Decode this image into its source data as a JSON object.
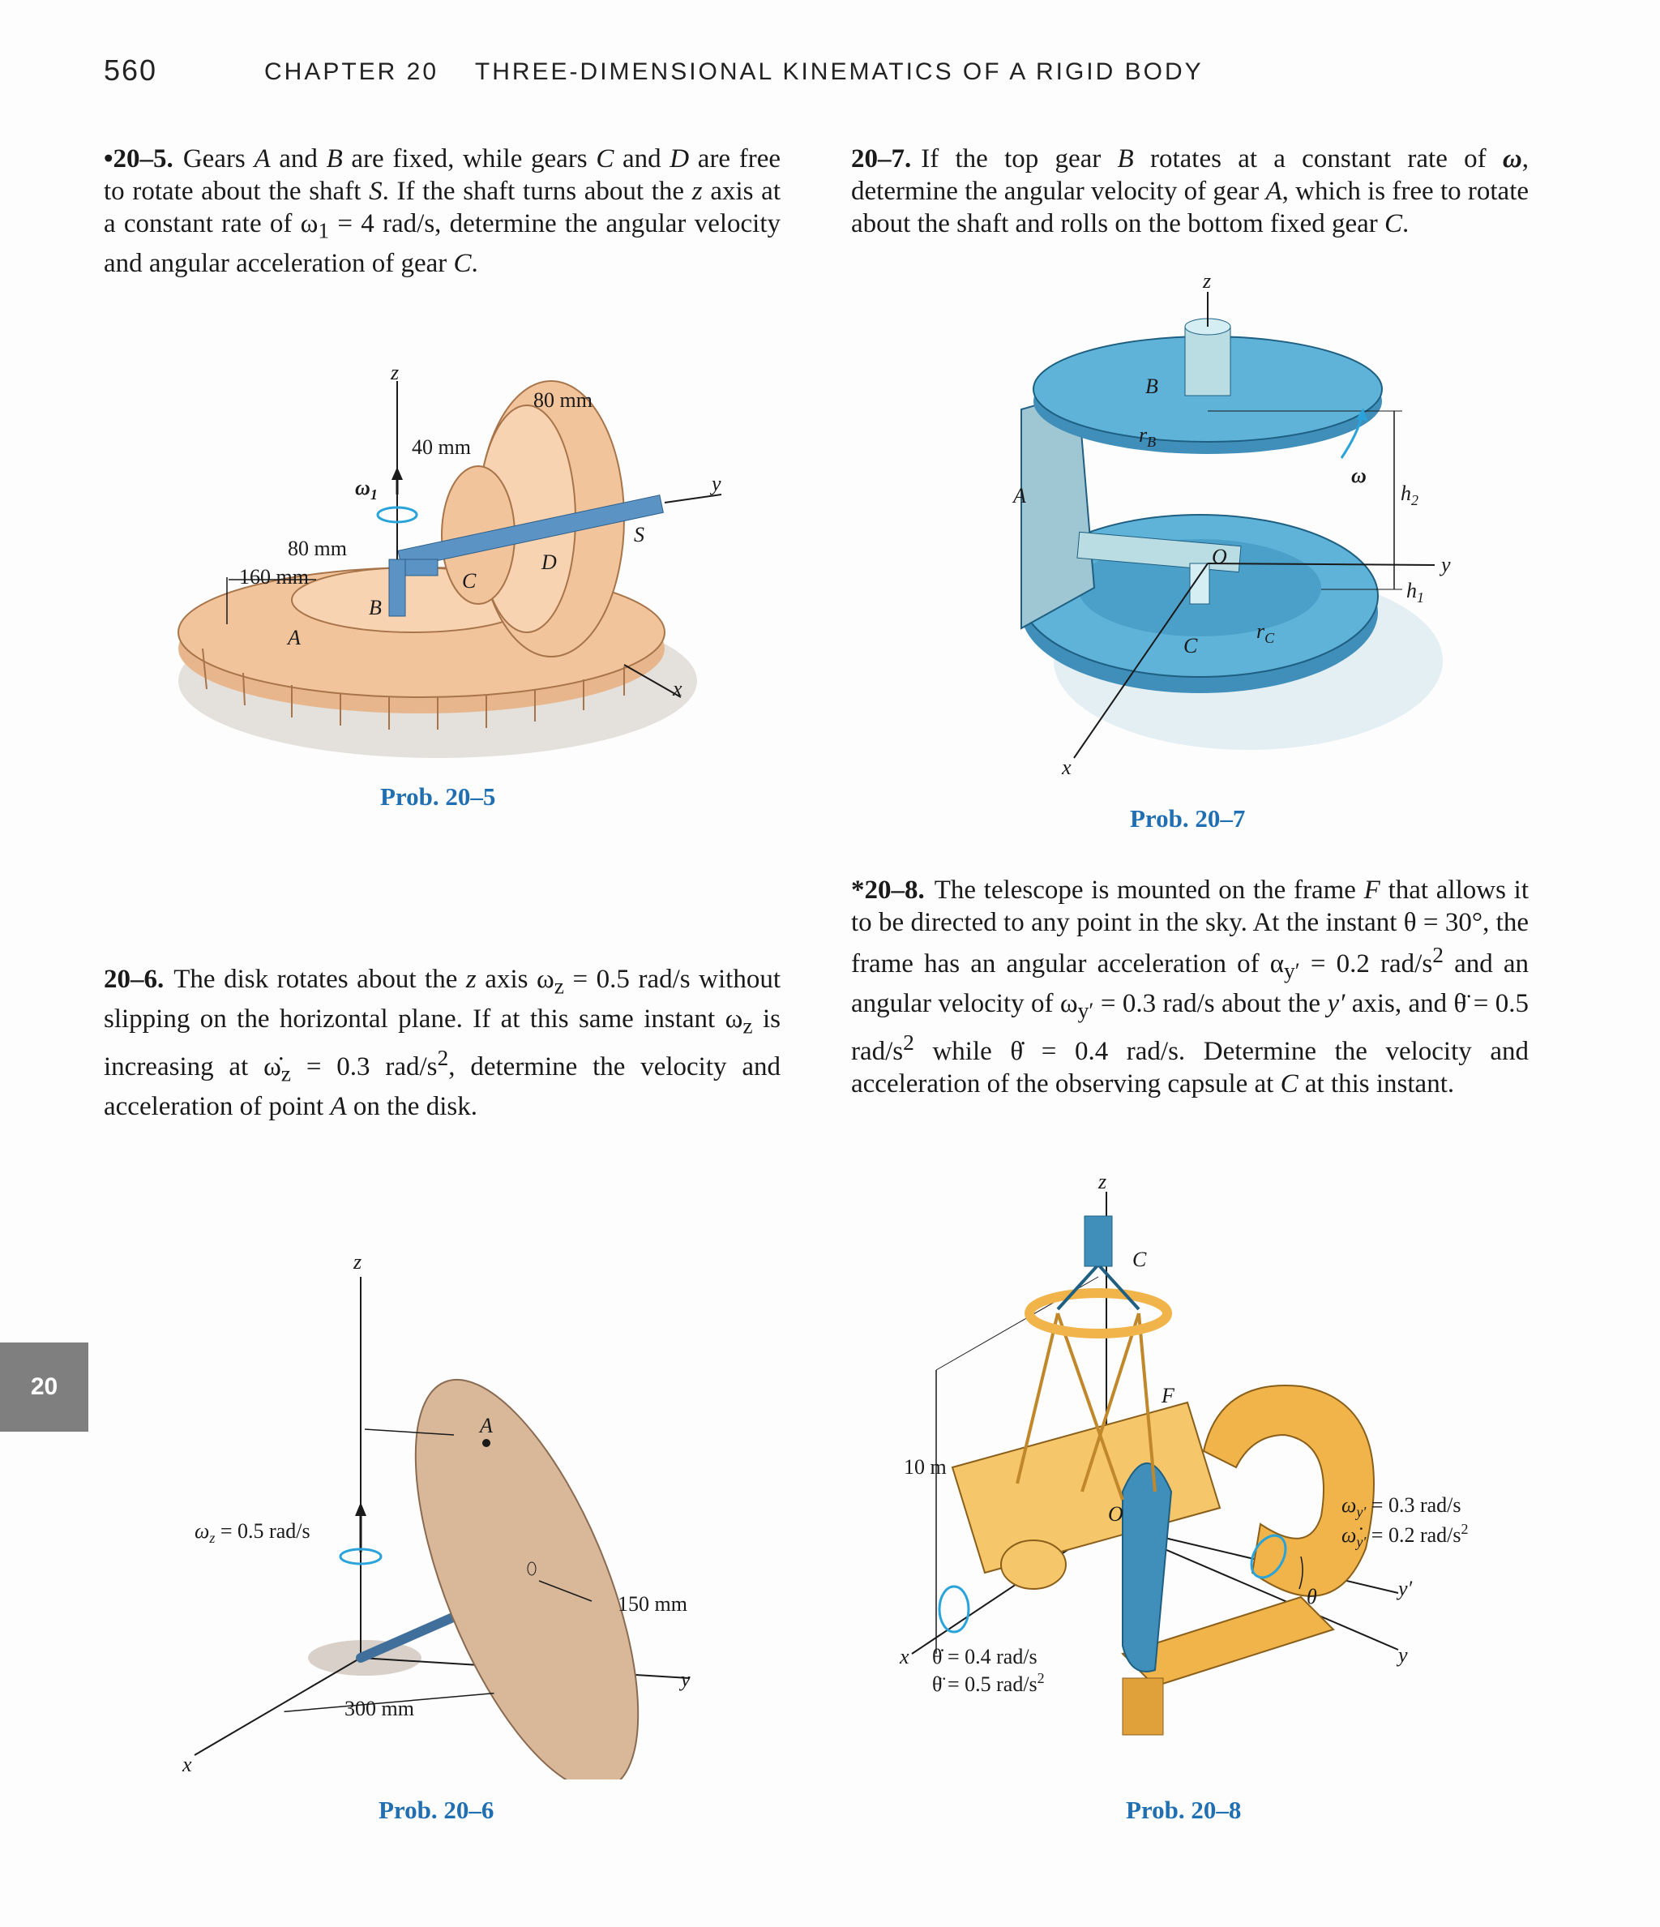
{
  "header": {
    "page_number": "560",
    "chapter_label": "Chapter 20",
    "chapter_title": "Three-Dimensional Kinematics of a Rigid Body"
  },
  "chapter_tab": "20",
  "problems": {
    "p20_5": {
      "number": "•20–5.",
      "text_1": "Gears ",
      "A": "A",
      "text_2": " and ",
      "B": "B",
      "text_3": " are fixed, while gears ",
      "C": "C",
      "text_4": " and ",
      "D": "D",
      "text_5": " are free to rotate about the shaft ",
      "S": "S",
      "text_6": ". If the shaft turns about the ",
      "z": "z",
      "text_7": " axis at a constant rate of ω",
      "sub1": "1",
      "text_8": " = 4 rad/s, determine the angular velocity and angular acceleration of gear ",
      "C_end": "C",
      "text_9": ".",
      "caption": "Prob. 20–5",
      "figure_labels": {
        "z": "z",
        "y": "y",
        "x": "x",
        "S": "S",
        "d80_top": "80 mm",
        "d40": "40 mm",
        "d80_left": "80 mm",
        "d160": "160 mm",
        "omega1": "ω",
        "omega1_sub": "1",
        "A": "A",
        "B": "B",
        "C": "C",
        "D": "D"
      }
    },
    "p20_6": {
      "number": "20–6.",
      "text_1": "The disk rotates about the ",
      "z": "z",
      "text_2": " axis ω",
      "sub_z": "z",
      "text_3": " = 0.5 rad/s without slipping on the horizontal plane. If at this same instant ω",
      "sub_z2": "z",
      "text_4": " is increasing at ω̇",
      "sub_z3": "z",
      "text_5": " = 0.3 rad/s",
      "sup2": "2",
      "text_6": ", determine the velocity and acceleration of point ",
      "A": "A",
      "text_7": " on the disk.",
      "caption": "Prob. 20–6",
      "figure_labels": {
        "z": "z",
        "y": "y",
        "x": "x",
        "A": "A",
        "omega": "ω",
        "omega_sub": "z",
        "omega_val": " = 0.5 rad/s",
        "d150": "150 mm",
        "d300": "300 mm"
      }
    },
    "p20_7": {
      "number": "20–7.",
      "text_1": "If the top gear ",
      "B": "B",
      "text_2": " rotates at a constant rate of ",
      "omega": "ω",
      "text_3": ", determine the angular velocity of gear ",
      "A": "A",
      "text_4": ", which is free to rotate about the shaft and rolls on the bottom fixed gear ",
      "C": "C",
      "text_5": ".",
      "caption": "Prob. 20–7",
      "figure_labels": {
        "z": "z",
        "y": "y",
        "x": "x",
        "A": "A",
        "B": "B",
        "C": "C",
        "O": "O",
        "rB": "r",
        "rB_sub": "B",
        "rC": "r",
        "rC_sub": "C",
        "omega": "ω",
        "h2": "h",
        "h2_sub": "2",
        "h1": "h",
        "h1_sub": "1"
      }
    },
    "p20_8": {
      "number": "*20–8.",
      "text_1": "The telescope is mounted on the frame ",
      "F": "F",
      "text_2": " that allows it to be directed to any point in the sky. At the instant θ = 30°, the frame has an angular acceleration of α",
      "sub_y1": "y′",
      "text_3": " = 0.2 rad/s",
      "sup2a": "2",
      "text_4": " and an angular velocity of ω",
      "sub_y2": "y′",
      "text_5": " = 0.3 rad/s about the ",
      "yprime": "y′",
      "text_6": " axis, and θ̈ = 0.5 rad/s",
      "sup2b": "2",
      "text_7": " while θ̇ = 0.4 rad/s. Determine the velocity and acceleration of the observing capsule at ",
      "C": "C",
      "text_8": " at this instant.",
      "caption": "Prob. 20–8",
      "figure_labels": {
        "z": "z",
        "y": "y",
        "yprime": "y′",
        "x": "x",
        "C": "C",
        "F": "F",
        "O": "O",
        "theta": "θ",
        "h10": "10 m",
        "wy": "ω",
        "wy_sub": "y′",
        "wy_val": " = 0.3 rad/s",
        "wyd": "ω̇",
        "wyd_sub": "y′",
        "wyd_val": " = 0.2 rad/s",
        "wyd_sup": "2",
        "thd": "θ̇ = 0.4 rad/s",
        "thdd": "θ̈ = 0.5 rad/s",
        "thdd_sup": "2"
      }
    }
  },
  "colors": {
    "caption_blue": "#1f6fb2",
    "gear_tan": "#f2c49c",
    "gear_blue": "#5fb3d9",
    "disk_tan": "#d9b89a",
    "frame_gold": "#f0b44a"
  }
}
